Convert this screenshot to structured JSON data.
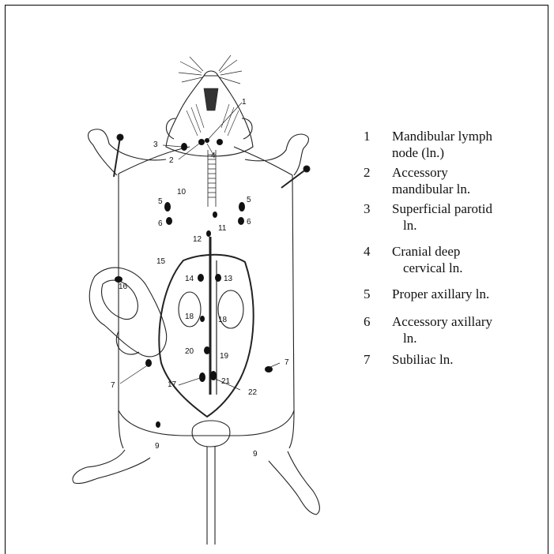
{
  "labels": [
    "1",
    "2",
    "3",
    "4",
    "5",
    "5",
    "6",
    "6",
    "7",
    "7",
    "9",
    "9",
    "10",
    "11",
    "12",
    "13",
    "14",
    "15",
    "16",
    "17",
    "18",
    "18",
    "19",
    "20",
    "21",
    "22"
  ],
  "legend": [
    {
      "num": "1",
      "line1": "Mandibular lymph",
      "line2": "node (ln.)"
    },
    {
      "num": "2",
      "line1": "Accessory",
      "line2": "mandibular ln."
    },
    {
      "num": "3",
      "line1": "Superficial parotid",
      "line2": "ln."
    },
    {
      "num": "4",
      "line1": "Cranial deep",
      "line2": "cervical ln."
    },
    {
      "num": "5",
      "line1": "Proper axillary ln.",
      "line2": ""
    },
    {
      "num": "6",
      "line1": "Accessory axillary",
      "line2": "ln."
    },
    {
      "num": "7",
      "line1": "Subiliac ln.",
      "line2": ""
    }
  ]
}
